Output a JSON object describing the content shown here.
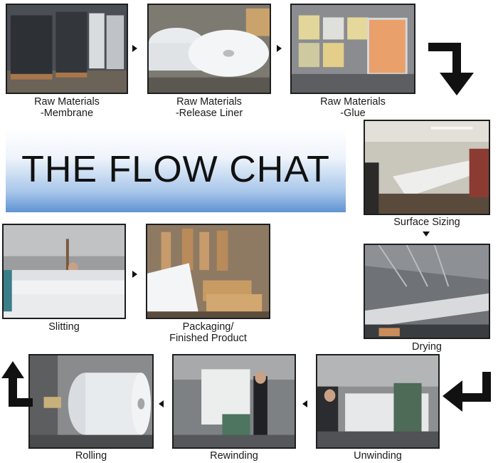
{
  "title": "THE FLOW CHAT",
  "steps": [
    {
      "id": "membrane",
      "label_line1": "Raw Materials",
      "label_line2": "-Membrane"
    },
    {
      "id": "release-liner",
      "label_line1": "Raw Materials",
      "label_line2": "-Release Liner"
    },
    {
      "id": "glue",
      "label_line1": "Raw Materials",
      "label_line2": "-Glue"
    },
    {
      "id": "surface-sizing",
      "label_line1": "Surface Sizing"
    },
    {
      "id": "drying",
      "label_line1": "Drying"
    },
    {
      "id": "unwinding",
      "label_line1": "Unwinding"
    },
    {
      "id": "rewinding",
      "label_line1": "Rewinding"
    },
    {
      "id": "rolling",
      "label_line1": "Rolling"
    },
    {
      "id": "slitting",
      "label_line1": "Slitting"
    },
    {
      "id": "packaging",
      "label_line1": "Packaging/",
      "label_line2": "Finished Product"
    }
  ],
  "colors": {
    "arrow": "#111111",
    "banner_blue": "#5f93d2",
    "frame": "#1e1e1e"
  }
}
